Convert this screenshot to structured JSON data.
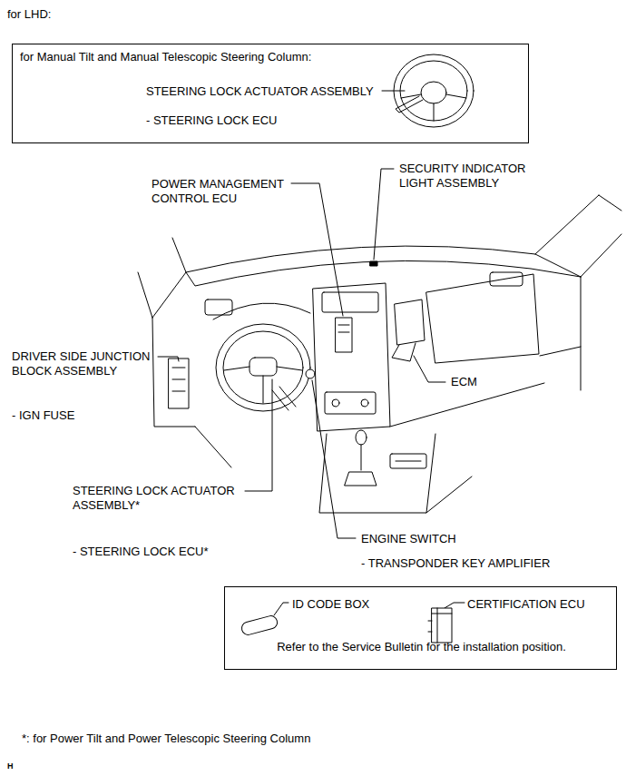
{
  "diagram": {
    "nodes": [
      {
        "text": [
          "for Manual Tilt and Manual Telescopic Steering Column:",
          "STEERING LOCK ACTUATOR ASSEMBLY",
          "- STEERING LOCK ECU"
        ]
      },
      {
        "text": [
          "ID CODE BOX",
          "CERTIFICATION ECU",
          "Refer to the Service Bulletin for the installation position."
        ]
      }
    ],
    "labels": [
      "for LHD:",
      "POWER MANAGEMENT CONTROL ECU",
      "SECURITY INDICATOR LIGHT ASSEMBLY",
      "DRIVER SIDE JUNCTION BLOCK ASSEMBLY",
      "- IGN FUSE",
      "ECM",
      "STEERING LOCK ACTUATOR ASSEMBLY*",
      "- STEERING LOCK ECU*",
      "ENGINE SWITCH",
      "- TRANSPONDER KEY AMPLIFIER",
      "*: for Power Tilt and Power Telescopic Steering Column",
      "H"
    ]
  }
}
